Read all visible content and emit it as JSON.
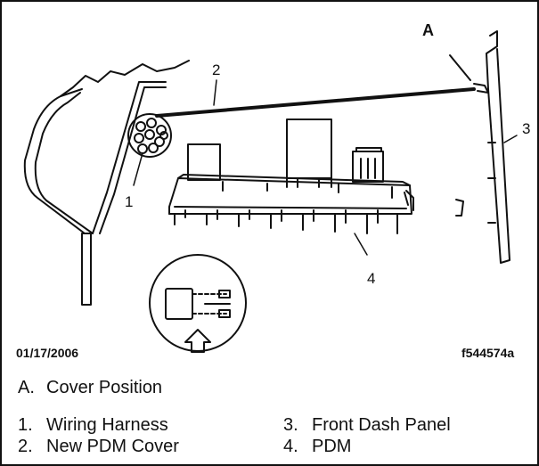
{
  "callouts": {
    "a": "A",
    "n1": "1",
    "n2": "2",
    "n3": "3",
    "n4": "4"
  },
  "date": "01/17/2006",
  "figure_id": "f544574a",
  "legend": {
    "cover_position": {
      "key": "A.",
      "text": "Cover Position"
    },
    "items": [
      {
        "key": "1.",
        "text": "Wiring Harness"
      },
      {
        "key": "2.",
        "text": "New PDM Cover"
      },
      {
        "key": "3.",
        "text": "Front Dash Panel"
      },
      {
        "key": "4.",
        "text": "PDM"
      }
    ]
  }
}
